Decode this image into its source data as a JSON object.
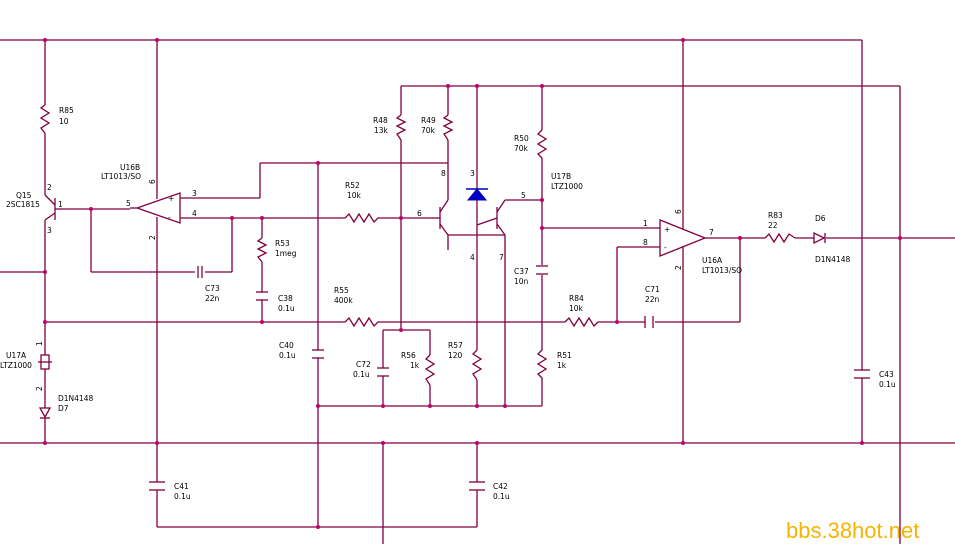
{
  "components": {
    "r85": {
      "ref": "R85",
      "val": "10"
    },
    "q15": {
      "ref": "Q15",
      "val": "2SC1815",
      "p2": "2",
      "p1": "1",
      "p3": "3"
    },
    "u16b": {
      "ref": "U16B",
      "val": "LT1013/SO",
      "p3": "3",
      "p4": "4",
      "p5": "5",
      "p6": "6",
      "p2": "2"
    },
    "r52": {
      "ref": "R52",
      "val": "10k"
    },
    "r48": {
      "ref": "R48",
      "val": "13k"
    },
    "r49": {
      "ref": "R49",
      "val": "70k"
    },
    "r50": {
      "ref": "R50",
      "val": "70k"
    },
    "u17b": {
      "ref": "U17B",
      "val": "LTZ1000",
      "p3": "3",
      "p5": "5",
      "p6": "6",
      "p8": "8",
      "p4": "4",
      "p7": "7"
    },
    "r53": {
      "ref": "R53",
      "val": "1meg"
    },
    "c73": {
      "ref": "C73",
      "val": "22n"
    },
    "c38": {
      "ref": "C38",
      "val": "0.1u"
    },
    "r55": {
      "ref": "R55",
      "val": "400k"
    },
    "c37": {
      "ref": "C37",
      "val": "10n"
    },
    "r84": {
      "ref": "R84",
      "val": "10k"
    },
    "c71": {
      "ref": "C71",
      "val": "22n"
    },
    "u16a": {
      "ref": "U16A",
      "val": "LT1013/SO",
      "p1": "1",
      "p8": "8",
      "p7": "7",
      "p6": "6",
      "p2": "2"
    },
    "r83": {
      "ref": "R83",
      "val": "22"
    },
    "d6": {
      "ref": "D6",
      "val": "D1N4148"
    },
    "u17a": {
      "ref": "U17A",
      "val": "LTZ1000",
      "p1": "1",
      "p2": "2"
    },
    "d7": {
      "ref": "D7",
      "val": "D1N4148"
    },
    "c40": {
      "ref": "C40",
      "val": "0.1u"
    },
    "c72": {
      "ref": "C72",
      "val": "0.1u"
    },
    "r56": {
      "ref": "R56",
      "val": "1k"
    },
    "r57": {
      "ref": "R57",
      "val": "120"
    },
    "r51": {
      "ref": "R51",
      "val": "1k"
    },
    "c43": {
      "ref": "C43",
      "val": "0.1u"
    },
    "c41": {
      "ref": "C41",
      "val": "0.1u"
    },
    "c42": {
      "ref": "C42",
      "val": "0.1u"
    }
  },
  "watermark": "bbs.38hot.net",
  "colors": {
    "wire": "#800040",
    "junction": "#c0006a",
    "zener": "#0000c0",
    "watermark": "#f4b400"
  }
}
